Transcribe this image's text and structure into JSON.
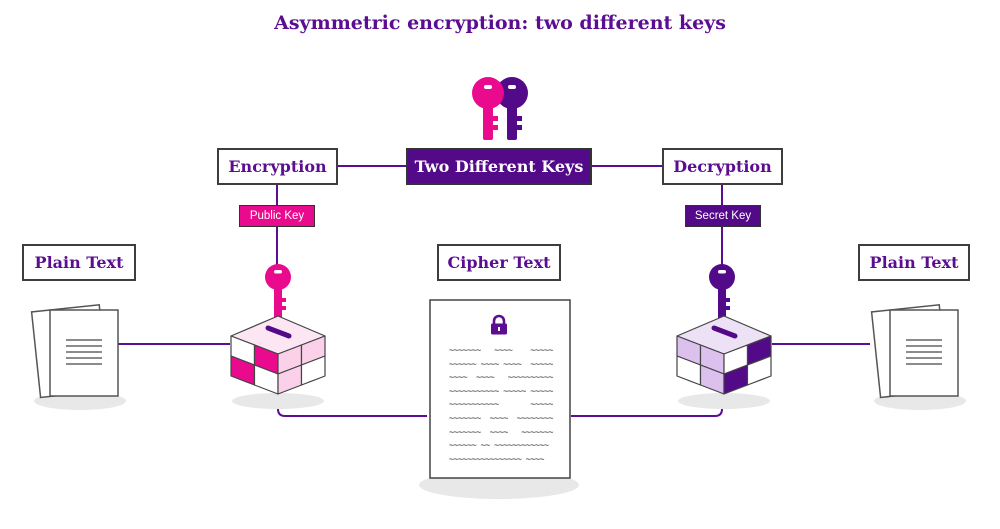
{
  "title": "Asymmetric encryption: two different keys",
  "labels": {
    "encryption": "Encryption",
    "two_keys": "Two Different Keys",
    "decryption": "Decryption",
    "public_key": "Public Key",
    "secret_key": "Secret Key",
    "plain_text_left": "Plain Text",
    "cipher_text": "Cipher Text",
    "plain_text_right": "Plain Text"
  },
  "cipher_lines": [
    "~~~~~~~   ~~~~    ~~~~~",
    "~~~~~~ ~~~~ ~~~~  ~~~~~",
    "~~~~  ~~~~   ~~~~~~~~~~",
    "~~~~~~~~~~~ ~~~~~ ~~~~~",
    "~~~~~~~~~~~       ~~~~~",
    "~~~~~~~  ~~~~  ~~~~~~~~",
    "~~~~~~~  ~~~~   ~~~~~~~",
    "~~~~~~ ~~ ~~~~~~~~~~~~",
    "~~~~~~~~~~~~~~~~ ~~~~"
  ],
  "colors": {
    "pink": "#ea0a8e",
    "purple": "#520a88",
    "title": "#5b0e91"
  },
  "icons": [
    "key-icon",
    "lock-icon",
    "document-icon",
    "ballot-box-icon"
  ]
}
